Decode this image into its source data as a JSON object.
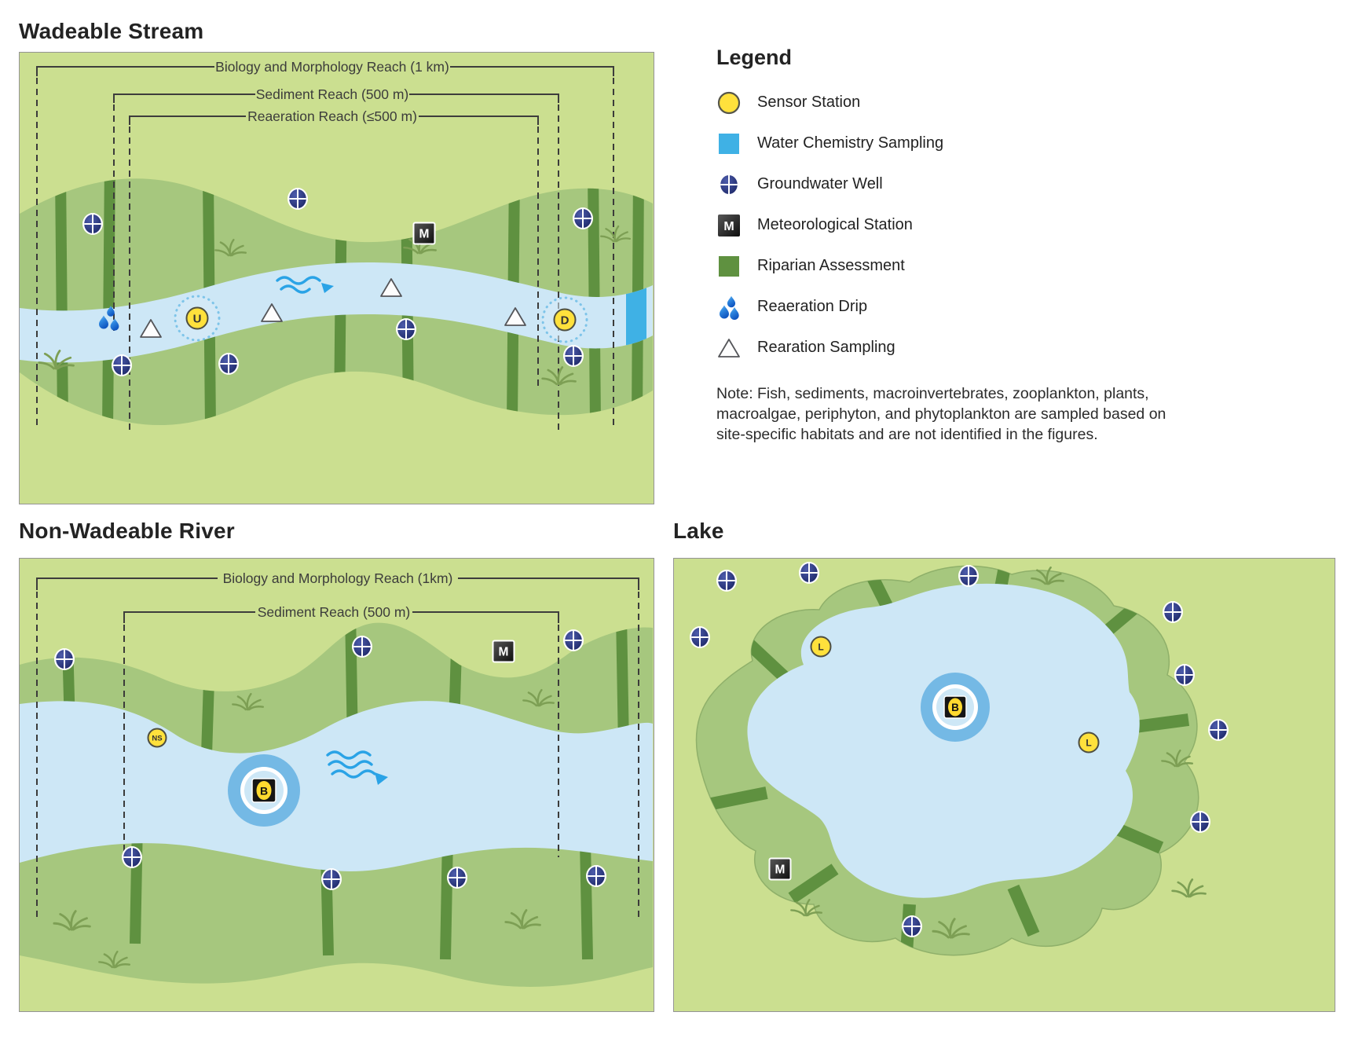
{
  "titles": {
    "stream": "Wadeable Stream",
    "river": "Non-Wadeable River",
    "lake": "Lake"
  },
  "legend": {
    "title": "Legend",
    "items": [
      {
        "icon": "sensor-station-icon",
        "label": "Sensor Station"
      },
      {
        "icon": "water-chemistry-icon",
        "label": "Water Chemistry Sampling"
      },
      {
        "icon": "groundwater-well-icon",
        "label": "Groundwater Well"
      },
      {
        "icon": "met-station-icon",
        "label": "Meteorological Station"
      },
      {
        "icon": "riparian-assessment-icon",
        "label": "Riparian Assessment"
      },
      {
        "icon": "reaeration-drip-icon",
        "label": "Reaeration Drip"
      },
      {
        "icon": "rearation-sampling-icon",
        "label": "Rearation Sampling"
      }
    ],
    "note": "Note: Fish, sediments, macroinvertebrates, zooplankton, plants, macroalgae, periphyton, and phytoplankton are sampled based on site-specific habitats and are not identified in the figures."
  },
  "panels": {
    "stream": {
      "reaches": [
        {
          "label": "Biology and Morphology Reach (1 km)"
        },
        {
          "label": "Sediment Reach (500 m)"
        },
        {
          "label": "Reaeration Reach (≤500 m)"
        }
      ]
    },
    "river": {
      "reaches": [
        {
          "label": "Biology and Morphology Reach (1km)"
        },
        {
          "label": "Sediment Reach (500 m)"
        }
      ]
    }
  },
  "markers": {
    "upstream_sensor": "U",
    "downstream_sensor": "D",
    "lake_sensor": "L",
    "nearshore_sensor": "NS",
    "buoy": "B",
    "met_station": "M"
  },
  "colors": {
    "panel_green": "#cbdf90",
    "band_green": "#a6c77e",
    "riparian_bar": "#5f9140",
    "water_blue": "#cde7f6",
    "chem_blue": "#3fb1e5",
    "well_navy": "#2a3480",
    "sensor_yellow": "#ffe13c",
    "buoy_ring_blue": "#74b9e5",
    "drip_blue": "#2277d4"
  }
}
